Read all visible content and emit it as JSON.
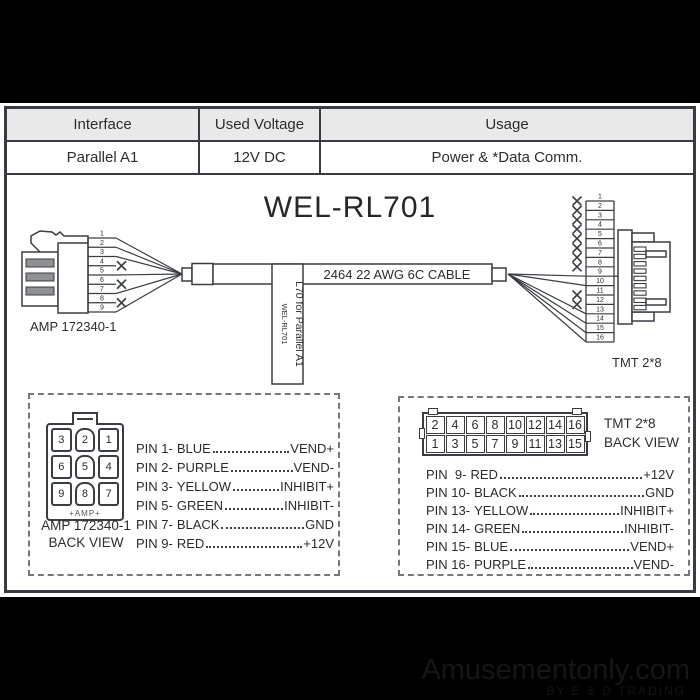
{
  "colors": {
    "background": "#000000",
    "line_art": "#3a3d45",
    "table_header_bg": "#e9e9e9",
    "text": "#2d2d2d"
  },
  "spec_table": {
    "headers": [
      "Interface",
      "Used Voltage",
      "Usage"
    ],
    "values": [
      "Parallel A1",
      "12V DC",
      "Power & *Data Comm."
    ]
  },
  "title": "WEL-RL701",
  "diagram": {
    "left_connector": {
      "name": "AMP 172340-1",
      "pins": [
        1,
        2,
        3,
        4,
        5,
        6,
        7,
        8,
        9
      ],
      "not_connected": [
        4,
        6,
        8
      ]
    },
    "cable_label": "2464  22 AWG  6C  CABLE",
    "flag_line1": "L70 for Parallel A1",
    "flag_line2": "WEL-RL701",
    "right_connector": {
      "name": "TMT 2*8",
      "pins": [
        1,
        2,
        3,
        4,
        5,
        6,
        7,
        8,
        9,
        10,
        11,
        12,
        13,
        14,
        15,
        16
      ],
      "not_connected": [
        1,
        2,
        3,
        4,
        5,
        6,
        7,
        8,
        11,
        12
      ]
    }
  },
  "amp_back_view": {
    "grid": [
      [
        "3",
        "2",
        "1"
      ],
      [
        "6",
        "5",
        "4"
      ],
      [
        "9",
        "8",
        "7"
      ]
    ],
    "molded_label": "+AMP+",
    "caption_line1": "AMP 172340-1",
    "caption_line2": "BACK VIEW",
    "pin_list": [
      {
        "pin": "PIN 1-",
        "color": "BLUE",
        "signal": "VEND+"
      },
      {
        "pin": "PIN 2-",
        "color": "PURPLE",
        "signal": "VEND-"
      },
      {
        "pin": "PIN 3-",
        "color": "YELLOW",
        "signal": "INHIBIT+"
      },
      {
        "pin": "PIN 5-",
        "color": "GREEN",
        "signal": "INHIBIT-"
      },
      {
        "pin": "PIN 7-",
        "color": "BLACK",
        "signal": "GND"
      },
      {
        "pin": "PIN 9-",
        "color": "RED",
        "signal": "+12V"
      }
    ]
  },
  "tmt_back_view": {
    "grid_top_row": [
      "2",
      "4",
      "6",
      "8",
      "10",
      "12",
      "14",
      "16"
    ],
    "grid_bottom_row": [
      "1",
      "3",
      "5",
      "7",
      "9",
      "11",
      "13",
      "15"
    ],
    "caption_line1": "TMT 2*8",
    "caption_line2": "BACK VIEW",
    "pin_list": [
      {
        "pin": "PIN  9-",
        "color": "RED",
        "signal": "+12V"
      },
      {
        "pin": "PIN 10-",
        "color": "BLACK",
        "signal": "GND"
      },
      {
        "pin": "PIN 13-",
        "color": "YELLOW",
        "signal": "INHIBIT+"
      },
      {
        "pin": "PIN 14-",
        "color": "GREEN",
        "signal": "INHIBIT-"
      },
      {
        "pin": "PIN 15-",
        "color": "BLUE",
        "signal": "VEND+"
      },
      {
        "pin": "PIN 16-",
        "color": "PURPLE",
        "signal": "VEND-"
      }
    ]
  },
  "watermark": {
    "line1": "Amusementonly.com",
    "line2": "BY E & D TRADING"
  }
}
